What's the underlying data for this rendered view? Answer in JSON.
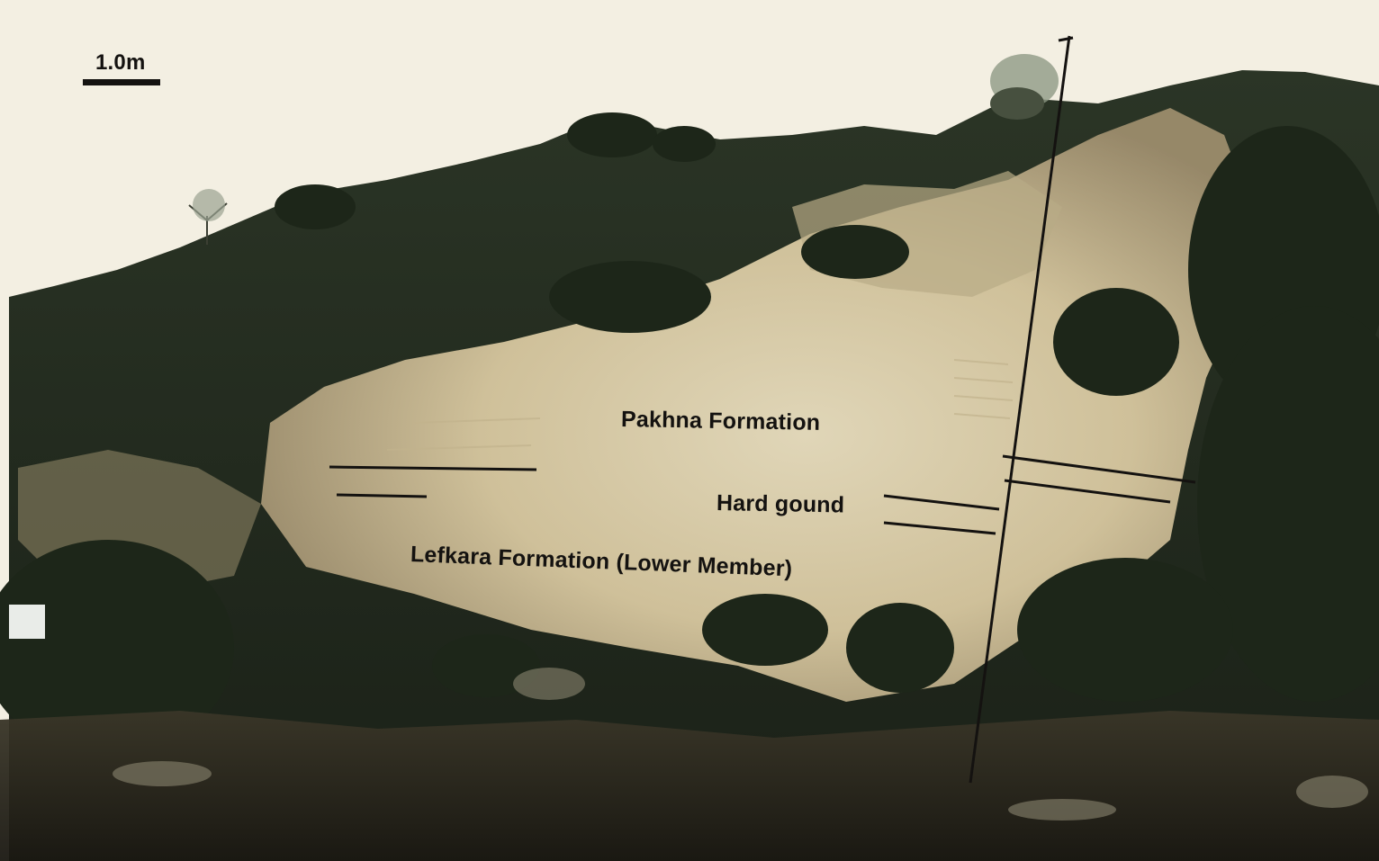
{
  "labels": {
    "scale": "1.0m",
    "upper_formation": "Pakhna Formation",
    "hardground": "Hard gound",
    "lower_formation": "Lefkara Formation (Lower Member)"
  },
  "colors": {
    "sky": "#f3efe2",
    "rock_face": "#d9caa5",
    "vegetation": "#1f2a1d",
    "annotation": "#141210"
  }
}
